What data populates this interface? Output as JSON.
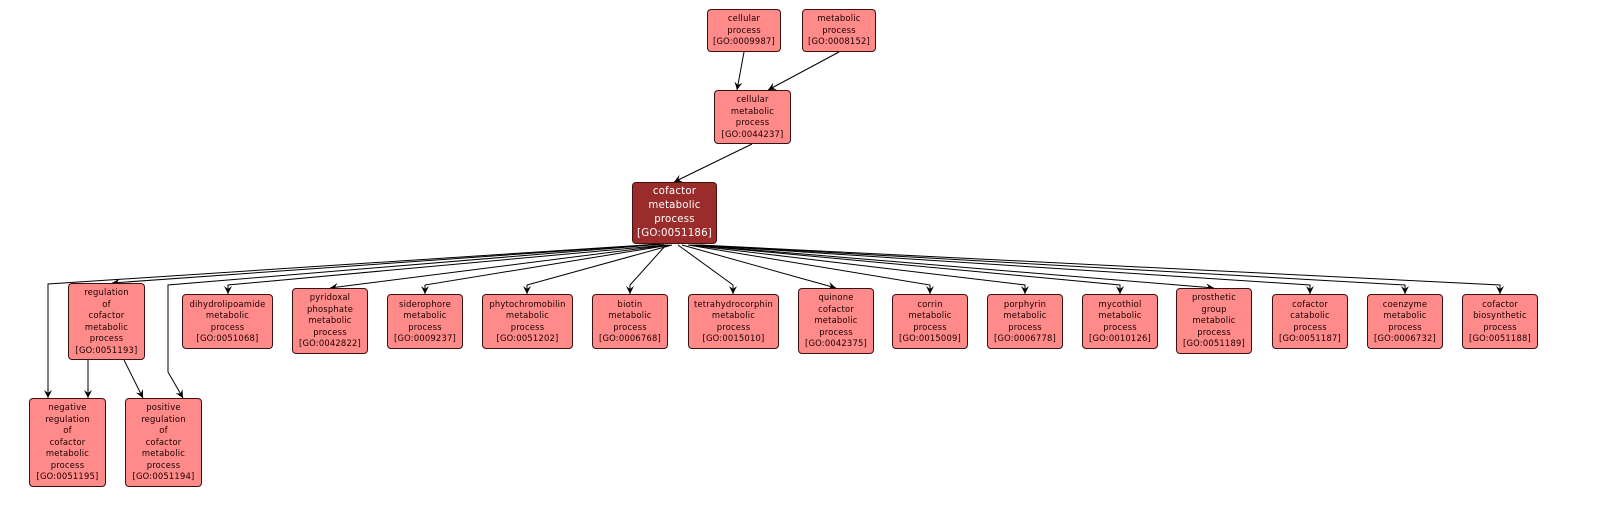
{
  "diagram": {
    "type": "go-term-graph",
    "colors": {
      "node_fill": "#ff8a8a",
      "focus_fill": "#9b2c2c",
      "edge": "#000000"
    },
    "nodes": [
      {
        "id": "GO:0009987",
        "lines": [
          "cellular",
          "process"
        ],
        "go": "[GO:0009987]",
        "focus": false
      },
      {
        "id": "GO:0008152",
        "lines": [
          "metabolic",
          "process"
        ],
        "go": "[GO:0008152]",
        "focus": false
      },
      {
        "id": "GO:0044237",
        "lines": [
          "cellular",
          "metabolic",
          "process"
        ],
        "go": "[GO:0044237]",
        "focus": false
      },
      {
        "id": "GO:0051186",
        "lines": [
          "cofactor",
          "metabolic",
          "process"
        ],
        "go": "[GO:0051186]",
        "focus": true
      },
      {
        "id": "GO:0051193",
        "lines": [
          "regulation",
          "of",
          "cofactor",
          "metabolic",
          "process"
        ],
        "go": "[GO:0051193]",
        "focus": false
      },
      {
        "id": "GO:0051068",
        "lines": [
          "dihydrolipoamide",
          "metabolic",
          "process"
        ],
        "go": "[GO:0051068]",
        "focus": false
      },
      {
        "id": "GO:0042822",
        "lines": [
          "pyridoxal",
          "phosphate",
          "metabolic",
          "process"
        ],
        "go": "[GO:0042822]",
        "focus": false
      },
      {
        "id": "GO:0009237",
        "lines": [
          "siderophore",
          "metabolic",
          "process"
        ],
        "go": "[GO:0009237]",
        "focus": false
      },
      {
        "id": "GO:0051202",
        "lines": [
          "phytochromobilin",
          "metabolic",
          "process"
        ],
        "go": "[GO:0051202]",
        "focus": false
      },
      {
        "id": "GO:0006768",
        "lines": [
          "biotin",
          "metabolic",
          "process"
        ],
        "go": "[GO:0006768]",
        "focus": false
      },
      {
        "id": "GO:0015010",
        "lines": [
          "tetrahydrocorphin",
          "metabolic",
          "process"
        ],
        "go": "[GO:0015010]",
        "focus": false
      },
      {
        "id": "GO:0042375",
        "lines": [
          "quinone",
          "cofactor",
          "metabolic",
          "process"
        ],
        "go": "[GO:0042375]",
        "focus": false
      },
      {
        "id": "GO:0015009",
        "lines": [
          "corrin",
          "metabolic",
          "process"
        ],
        "go": "[GO:0015009]",
        "focus": false
      },
      {
        "id": "GO:0006778",
        "lines": [
          "porphyrin",
          "metabolic",
          "process"
        ],
        "go": "[GO:0006778]",
        "focus": false
      },
      {
        "id": "GO:0010126",
        "lines": [
          "mycothiol",
          "metabolic",
          "process"
        ],
        "go": "[GO:0010126]",
        "focus": false
      },
      {
        "id": "GO:0051189",
        "lines": [
          "prosthetic",
          "group",
          "metabolic",
          "process"
        ],
        "go": "[GO:0051189]",
        "focus": false
      },
      {
        "id": "GO:0051187",
        "lines": [
          "cofactor",
          "catabolic",
          "process"
        ],
        "go": "[GO:0051187]",
        "focus": false
      },
      {
        "id": "GO:0006732",
        "lines": [
          "coenzyme",
          "metabolic",
          "process"
        ],
        "go": "[GO:0006732]",
        "focus": false
      },
      {
        "id": "GO:0051188",
        "lines": [
          "cofactor",
          "biosynthetic",
          "process"
        ],
        "go": "[GO:0051188]",
        "focus": false
      },
      {
        "id": "GO:0051195",
        "lines": [
          "negative",
          "regulation",
          "of",
          "cofactor",
          "metabolic",
          "process"
        ],
        "go": "[GO:0051195]",
        "focus": false
      },
      {
        "id": "GO:0051194",
        "lines": [
          "positive",
          "regulation",
          "of",
          "cofactor",
          "metabolic",
          "process"
        ],
        "go": "[GO:0051194]",
        "focus": false
      }
    ],
    "edges": [
      {
        "from": "GO:0009987",
        "to": "GO:0044237"
      },
      {
        "from": "GO:0008152",
        "to": "GO:0044237"
      },
      {
        "from": "GO:0044237",
        "to": "GO:0051186"
      },
      {
        "from": "GO:0051186",
        "to": "GO:0051193"
      },
      {
        "from": "GO:0051186",
        "to": "GO:0051068"
      },
      {
        "from": "GO:0051186",
        "to": "GO:0042822"
      },
      {
        "from": "GO:0051186",
        "to": "GO:0009237"
      },
      {
        "from": "GO:0051186",
        "to": "GO:0051202"
      },
      {
        "from": "GO:0051186",
        "to": "GO:0006768"
      },
      {
        "from": "GO:0051186",
        "to": "GO:0015010"
      },
      {
        "from": "GO:0051186",
        "to": "GO:0042375"
      },
      {
        "from": "GO:0051186",
        "to": "GO:0015009"
      },
      {
        "from": "GO:0051186",
        "to": "GO:0006778"
      },
      {
        "from": "GO:0051186",
        "to": "GO:0010126"
      },
      {
        "from": "GO:0051186",
        "to": "GO:0051189"
      },
      {
        "from": "GO:0051186",
        "to": "GO:0051187"
      },
      {
        "from": "GO:0051186",
        "to": "GO:0006732"
      },
      {
        "from": "GO:0051186",
        "to": "GO:0051188"
      },
      {
        "from": "GO:0051186",
        "to": "GO:0051195"
      },
      {
        "from": "GO:0051186",
        "to": "GO:0051194"
      },
      {
        "from": "GO:0051193",
        "to": "GO:0051195"
      },
      {
        "from": "GO:0051193",
        "to": "GO:0051194"
      }
    ]
  }
}
